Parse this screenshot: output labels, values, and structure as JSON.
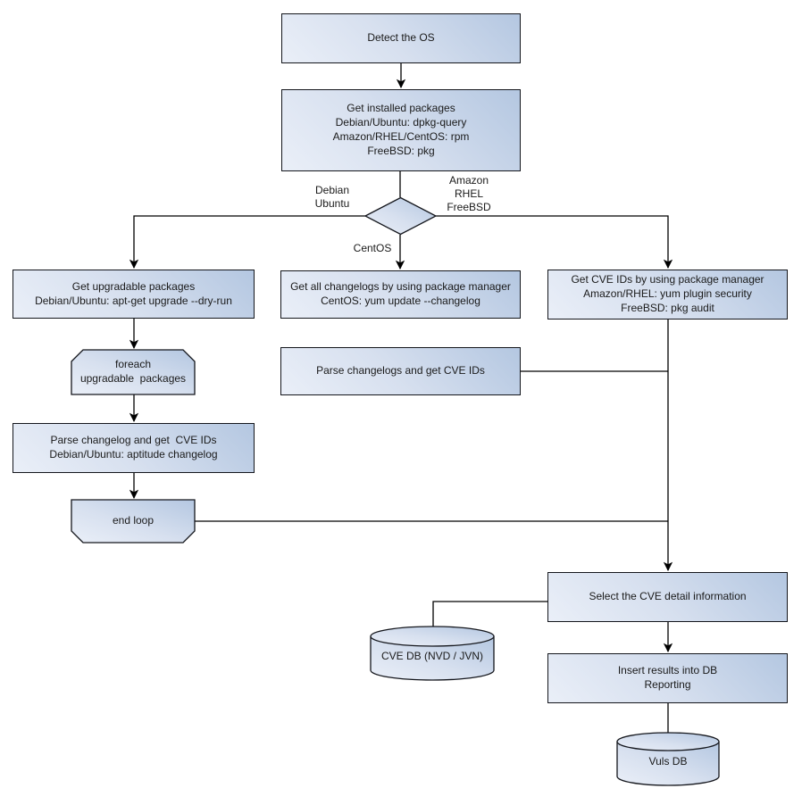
{
  "diagram": {
    "type": "flowchart",
    "nodes": {
      "detect_os": {
        "shape": "rect",
        "label": "Detect the OS"
      },
      "get_installed": {
        "shape": "rect",
        "label": "Get installed packages\nDebian/Ubuntu: dpkg-query\nAmazon/RHEL/CentOS: rpm\nFreeBSD: pkg"
      },
      "os_branch": {
        "shape": "diamond",
        "label": ""
      },
      "get_upgradable": {
        "shape": "rect",
        "label": "Get upgradable packages\nDebian/Ubuntu: apt-get upgrade --dry-run"
      },
      "foreach_loop": {
        "shape": "loop-start",
        "label": "foreach\nupgradable  packages"
      },
      "parse_changelog_deb": {
        "shape": "rect",
        "label": "Parse changelog and get  CVE IDs\nDebian/Ubuntu: aptitude changelog"
      },
      "end_loop": {
        "shape": "loop-end",
        "label": "end loop"
      },
      "get_all_changelogs": {
        "shape": "rect",
        "label": "Get all changelogs by using package manager\nCentOS: yum update --changelog"
      },
      "parse_changelogs": {
        "shape": "rect",
        "label": "Parse changelogs and get CVE IDs"
      },
      "get_cve_ids_pkg": {
        "shape": "rect",
        "label": "Get CVE IDs by using package manager\nAmazon/RHEL: yum plugin security\nFreeBSD: pkg audit"
      },
      "select_cve_detail": {
        "shape": "rect",
        "label": "Select the CVE detail information"
      },
      "cve_db": {
        "shape": "cylinder",
        "label": "CVE DB (NVD / JVN)"
      },
      "insert_results": {
        "shape": "rect",
        "label": "Insert results into DB\nReporting"
      },
      "vuls_db": {
        "shape": "cylinder",
        "label": "Vuls DB"
      }
    },
    "edge_labels": {
      "debian_ubuntu": "Debian\nUbuntu",
      "amazon_rhel_freebsd": "Amazon\nRHEL\nFreeBSD",
      "centos": "CentOS"
    },
    "colors": {
      "node_fill_light": "#eaeff8",
      "node_fill_dark": "#b4c7e1",
      "node_border": "#14161c",
      "connector": "#000000",
      "text": "#1a1a1a",
      "background": "#ffffff"
    }
  }
}
